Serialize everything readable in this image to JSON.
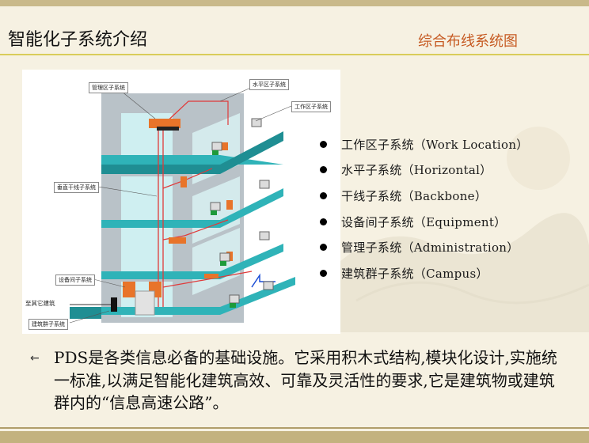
{
  "slide": {
    "title": "智能化子系统介绍",
    "subtitle": "综合布线系统图"
  },
  "diagram": {
    "labels": {
      "management": "管理区子系统",
      "horizontal": "水平区子系统",
      "work_area": "工作区子系统",
      "backbone": "垂直干线子系统",
      "equipment": "设备间子系统",
      "to_other": "至其它建筑",
      "campus": "建筑群子系统"
    }
  },
  "bullets": [
    "工作区子系统（Work Location）",
    "水平子系统（Horizontal）",
    "干线子系统（Backbone）",
    "设备间子系统（Equipment）",
    "管理子系统（Administration）",
    "建筑群子系统（Campus）"
  ],
  "paragraph": "PDS是各类信息必备的基础设施。它采用积木式结构,模块化设计,实施统一标准,以满足智能化建筑高效、可靠及灵活性的要求,它是建筑物或建筑群内的“信息高速公路”。",
  "colors": {
    "accent_title": "#c65a22",
    "floor": "#2fb3b8",
    "cable": "#e03a3a",
    "device": "#e8742a"
  }
}
